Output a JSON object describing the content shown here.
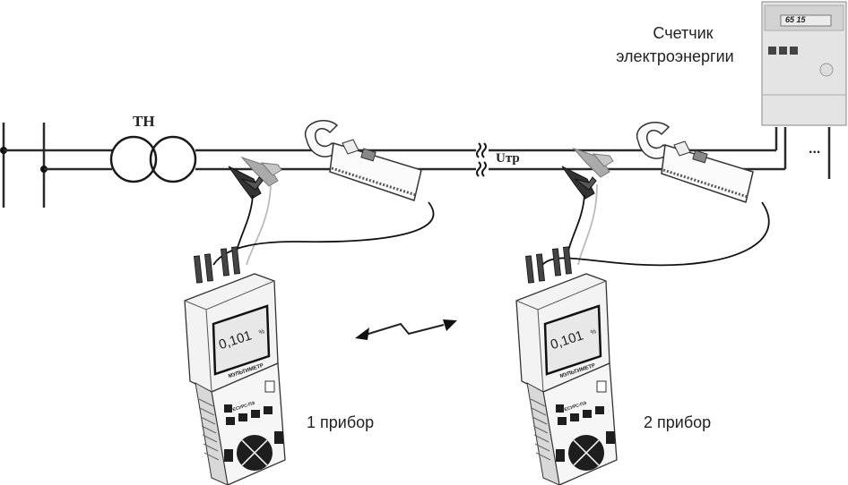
{
  "labels": {
    "transformer": "ТН",
    "meter_line1": "Счетчик",
    "meter_line2": "электроэнергии",
    "voltage_drop": "Uтр",
    "ellipsis": "...",
    "device1": "1 прибор",
    "device2": "2 прибор"
  },
  "meter": {
    "display_value": "65 15"
  },
  "multimeter": {
    "display_value": "0,101",
    "unit": "%",
    "title": "МУЛЬТИМЕТР",
    "model": "РЕСУРС-ПЭ"
  },
  "colors": {
    "line": "#2a2a2a",
    "device_body": "#f2f2f2",
    "keypad": "#1e1e1e",
    "meter_body": "#e4e4e4"
  }
}
